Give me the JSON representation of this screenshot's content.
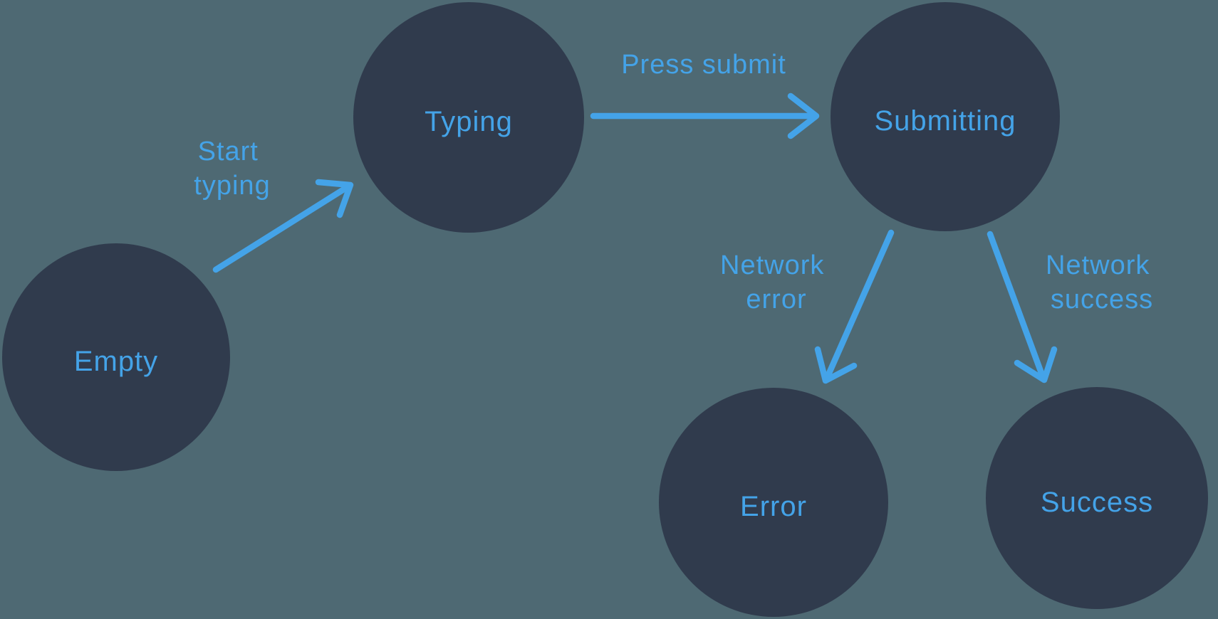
{
  "diagram": {
    "type": "state-machine",
    "colors": {
      "background": "#4e6973",
      "node_fill": "#303b4d",
      "accent": "#44a3e8"
    },
    "nodes": [
      {
        "id": "empty",
        "label": "Empty"
      },
      {
        "id": "typing",
        "label": "Typing"
      },
      {
        "id": "submitting",
        "label": "Submitting"
      },
      {
        "id": "error",
        "label": "Error"
      },
      {
        "id": "success",
        "label": "Success"
      }
    ],
    "edges": [
      {
        "from": "empty",
        "to": "typing",
        "label": "Start typing",
        "label_lines": [
          "Start",
          "typing"
        ]
      },
      {
        "from": "typing",
        "to": "submitting",
        "label": "Press submit",
        "label_lines": [
          "Press submit"
        ]
      },
      {
        "from": "submitting",
        "to": "error",
        "label": "Network error",
        "label_lines": [
          "Network",
          "error"
        ]
      },
      {
        "from": "submitting",
        "to": "success",
        "label": "Network success",
        "label_lines": [
          "Network",
          "success"
        ]
      }
    ]
  }
}
